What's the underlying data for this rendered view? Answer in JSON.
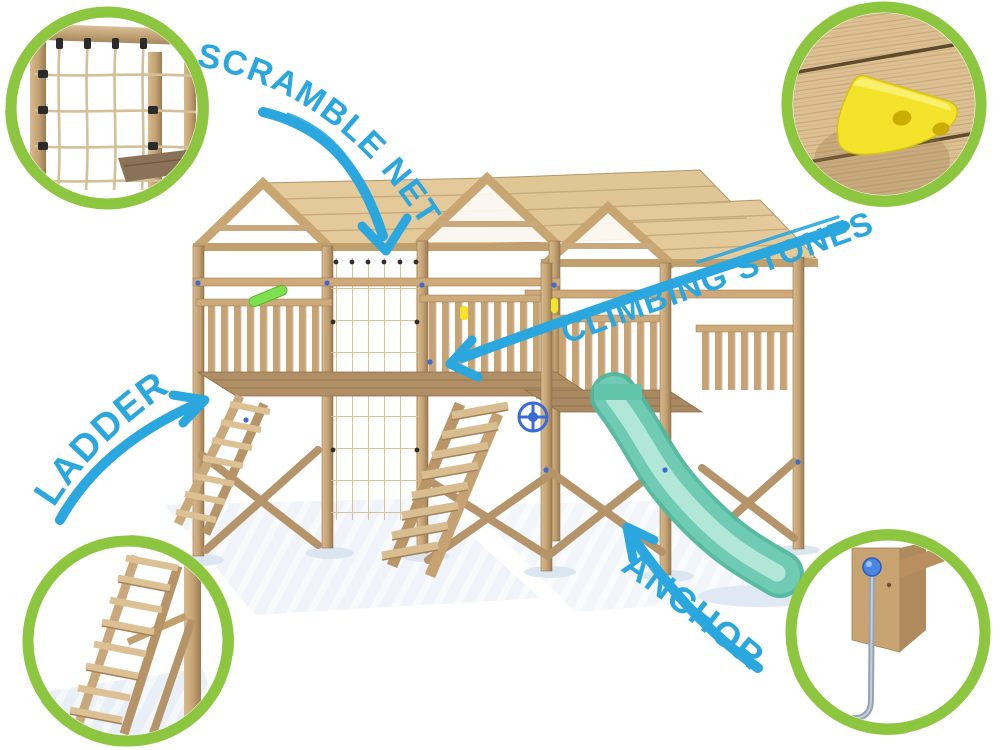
{
  "image": {
    "subject": "wooden climbing frame play tower with wavy slide, annotated with feature callouts"
  },
  "labels": {
    "scramble_net": "SCRAMBLE NET",
    "climbing_stones": "CLIMBING STONES",
    "ladder": "LADDER",
    "anchors": "ANCHORS"
  },
  "callouts": [
    {
      "id": "scramble-net",
      "position": "top-left",
      "shows": "rope scramble net on wooden frame"
    },
    {
      "id": "climbing-stones",
      "position": "top-right",
      "shows": "yellow climbing stone bolted to wooden planks"
    },
    {
      "id": "ladder",
      "position": "bottom-left",
      "shows": "angled wooden step ladder"
    },
    {
      "id": "anchors",
      "position": "bottom-right",
      "shows": "metal ground anchor rod on wooden post"
    }
  ],
  "colors": {
    "label_blue": "#2aa7df",
    "ring_green": "#8dc63f",
    "ring_green_light": "#a9d65f",
    "slide_teal": "#6fcbb4",
    "slide_teal_dark": "#4fb79d",
    "slide_channel": "#b2e7d8",
    "stone_yellow": "#f5e22b",
    "stone_hole": "#c9ae00",
    "handle_green": "#7ee04e",
    "bolt_blue": "#3a6bd6",
    "anchor_metal": "#97a3b4",
    "wood_light": "#e8d3a6",
    "wood_mid": "#c9a97c",
    "wood_dark": "#a5845a",
    "shadow_blue": "#e3ebf5"
  }
}
